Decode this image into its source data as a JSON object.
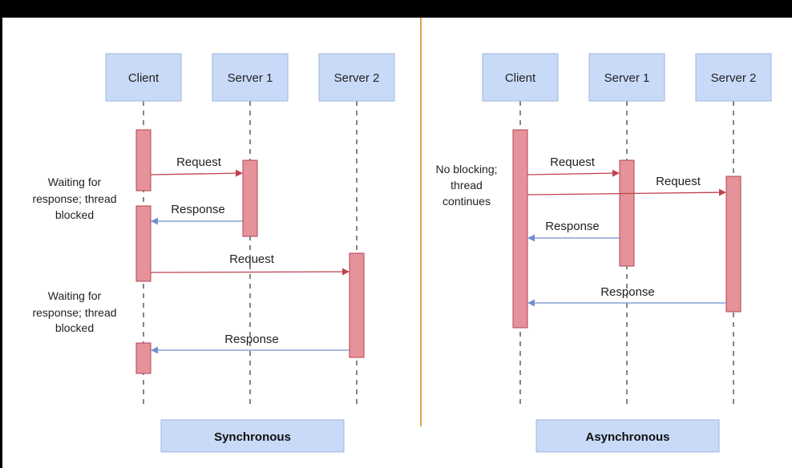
{
  "colors": {
    "canvas": "#ffffff",
    "frame": "#000000",
    "participant_fill": "#c9daf8",
    "participant_stroke": "#9fb6dc",
    "activation_fill": "#e6929b",
    "activation_stroke": "#b34455",
    "request_arrow": "#c0404f",
    "response_arrow": "#6f8fd0",
    "divider": "#d9a441",
    "lifeline": "#444444",
    "text": "#222222"
  },
  "synchronous": {
    "participants": {
      "client": "Client",
      "server1": "Server 1",
      "server2": "Server 2"
    },
    "messages": {
      "request1": "Request",
      "response1": "Response",
      "request2": "Request",
      "response2": "Response"
    },
    "notes": {
      "wait1": [
        "Waiting for",
        "response; thread",
        "blocked"
      ],
      "wait2": [
        "Waiting for",
        "response; thread",
        "blocked"
      ]
    },
    "footer": "Synchronous"
  },
  "asynchronous": {
    "participants": {
      "client": "Client",
      "server1": "Server 1",
      "server2": "Server 2"
    },
    "messages": {
      "request1": "Request",
      "request2": "Request",
      "response1": "Response",
      "response2": "Response"
    },
    "notes": {
      "noblock": [
        "No blocking;",
        "thread",
        "continues"
      ]
    },
    "footer": "Asynchronous"
  }
}
